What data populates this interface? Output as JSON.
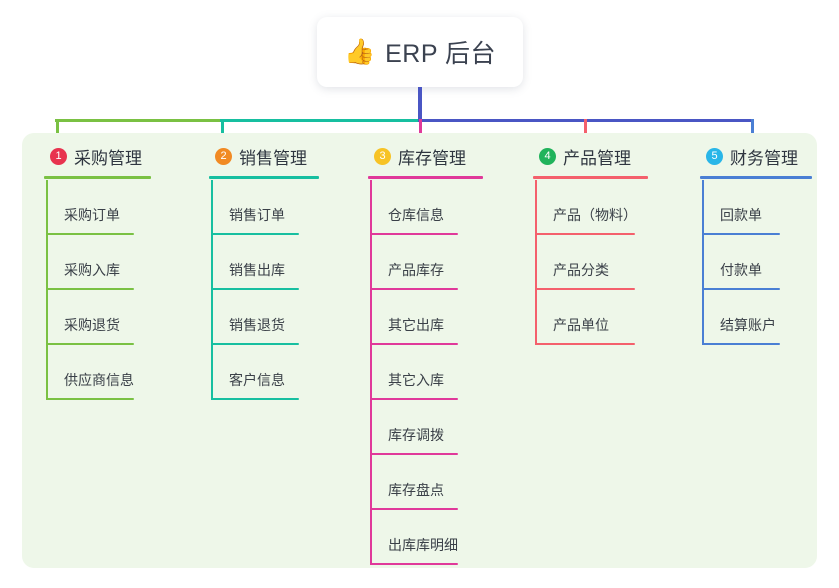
{
  "root": {
    "icon": "thumbs-up-icon",
    "emoji": "👍",
    "title": "ERP 后台"
  },
  "palette": {
    "panel_bg": "#eef7e9",
    "page_bg": "#ffffff",
    "text": "#3a4048",
    "title_text": "#3b4250",
    "stem": "#4a56c4"
  },
  "columns": [
    {
      "number": "1",
      "title": "采购管理",
      "badge_color": "#e8334f",
      "line_color": "#7ac143",
      "items": [
        {
          "label": "采购订单"
        },
        {
          "label": "采购入库"
        },
        {
          "label": "采购退货"
        },
        {
          "label": "供应商信息"
        }
      ]
    },
    {
      "number": "2",
      "title": "销售管理",
      "badge_color": "#f18a23",
      "line_color": "#17bfa0",
      "items": [
        {
          "label": "销售订单"
        },
        {
          "label": "销售出库"
        },
        {
          "label": "销售退货"
        },
        {
          "label": "客户信息"
        }
      ]
    },
    {
      "number": "3",
      "title": "库存管理",
      "badge_color": "#f7c325",
      "line_color": "#e0399a",
      "items": [
        {
          "label": "仓库信息"
        },
        {
          "label": "产品库存"
        },
        {
          "label": "其它出库"
        },
        {
          "label": "其它入库"
        },
        {
          "label": "库存调拨"
        },
        {
          "label": "库存盘点"
        },
        {
          "label": "出库库明细"
        }
      ]
    },
    {
      "number": "4",
      "title": "产品管理",
      "badge_color": "#20b35b",
      "line_color": "#f4606c",
      "items": [
        {
          "label": "产品（物料）"
        },
        {
          "label": "产品分类"
        },
        {
          "label": "产品单位"
        }
      ]
    },
    {
      "number": "5",
      "title": "财务管理",
      "badge_color": "#29b6e8",
      "line_color": "#4a7fd4",
      "items": [
        {
          "label": "回款单"
        },
        {
          "label": "付款单"
        },
        {
          "label": "结算账户"
        }
      ]
    }
  ]
}
